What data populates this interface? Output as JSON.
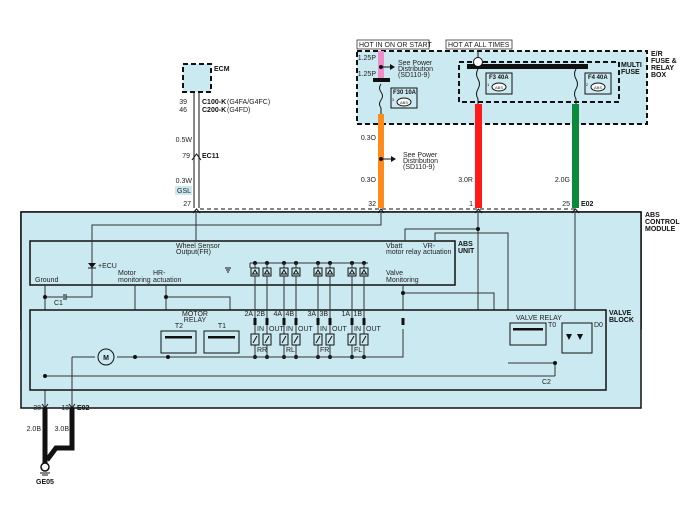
{
  "diagram": {
    "ecm": {
      "label": "ECM",
      "pin_39": "39",
      "pin_46": "46",
      "conn_c100": "C100-K",
      "conn_c100_variant": "(G4FA/G4FC)",
      "conn_c200": "C200-K",
      "conn_c200_variant": "(G4FD)",
      "wire_05w": "0.5W",
      "pin_79": "79",
      "conn_ec11": "EC11",
      "wire_03w": "0.3W",
      "signal_gsl": "GSL",
      "pin_27": "27"
    },
    "headers": {
      "hot_on_start": "HOT IN ON OR START",
      "hot_all_times": "HOT AT ALL TIMES"
    },
    "fuse_box": {
      "label_line1": "E/R",
      "label_line2": "FUSE &",
      "label_line3": "RELAY",
      "label_line4": "BOX",
      "multi_fuse_line1": "MULTI",
      "multi_fuse_line2": "FUSE",
      "fuse_f30": "F30 10A",
      "fuse_f3": "F3 40A",
      "fuse_f4": "F4 40A",
      "fuse_badge": "ABS",
      "f30_index": "3",
      "f3_index": "1",
      "f4_index": "2",
      "wire_125p_a": "1.25P",
      "wire_125p_b": "1.25P",
      "see_power_1": "See Power",
      "see_power_2": "Distribution",
      "see_power_3": "(SD110-9)"
    },
    "wires": {
      "wire_03o_a": "0.3O",
      "wire_03o_b": "0.3O",
      "wire_30r": "3.0R",
      "wire_20g": "2.0G",
      "see_power_1": "See Power",
      "see_power_2": "Distribution",
      "see_power_3": "(SD110-9)",
      "pin_32": "32",
      "pin_1": "1",
      "pin_25": "25",
      "conn_e02_top": "E02",
      "color_orange": "#ff8c1a",
      "color_red": "#ff1a1a",
      "color_green": "#0a8a3a",
      "color_pink": "#f08cc8"
    },
    "abs_module": {
      "label_line1": "ABS",
      "label_line2": "CONTROL",
      "label_line3": "MODULE",
      "unit_line1": "ABS",
      "unit_line2": "UNIT",
      "wheel_sensor_1": "Wheel Sensor",
      "wheel_sensor_2": "Output(FR)",
      "vbatt_1": "Vbatt",
      "vbatt_2": "motor relay",
      "vr_1": "VR-",
      "vr_2": "actuation",
      "plus_ecu": "+ECU",
      "ground": "Ground",
      "motor_mon_1": "Motor",
      "motor_mon_2": "monitoring",
      "hr_1": "HR-",
      "hr_2": "actuation",
      "valve_mon_1": "Valve",
      "valve_mon_2": "Monitoring",
      "c1": "C1",
      "c2": "C2"
    },
    "valve_block": {
      "label_line1": "VALVE",
      "label_line2": "BLOCK",
      "motor_relay_1": "MOTOR",
      "motor_relay_2": "RELAY",
      "t2": "T2",
      "t1": "T1",
      "t0": "T0",
      "d0": "D0",
      "valve_relay": "VALVE RELAY",
      "motor": "M",
      "valves": [
        "2A",
        "2B",
        "4A",
        "4B",
        "3A",
        "3B",
        "1A",
        "1B"
      ],
      "in_label": "IN",
      "out_label": "OUT",
      "wheels": [
        "RR",
        "RL",
        "FR",
        "FL"
      ]
    },
    "bottom": {
      "pin_38": "38",
      "pin_13": "13",
      "conn_e02": "E02",
      "wire_20b": "2.0B",
      "wire_30b": "3.0B",
      "ground_ge05": "GE05"
    }
  }
}
